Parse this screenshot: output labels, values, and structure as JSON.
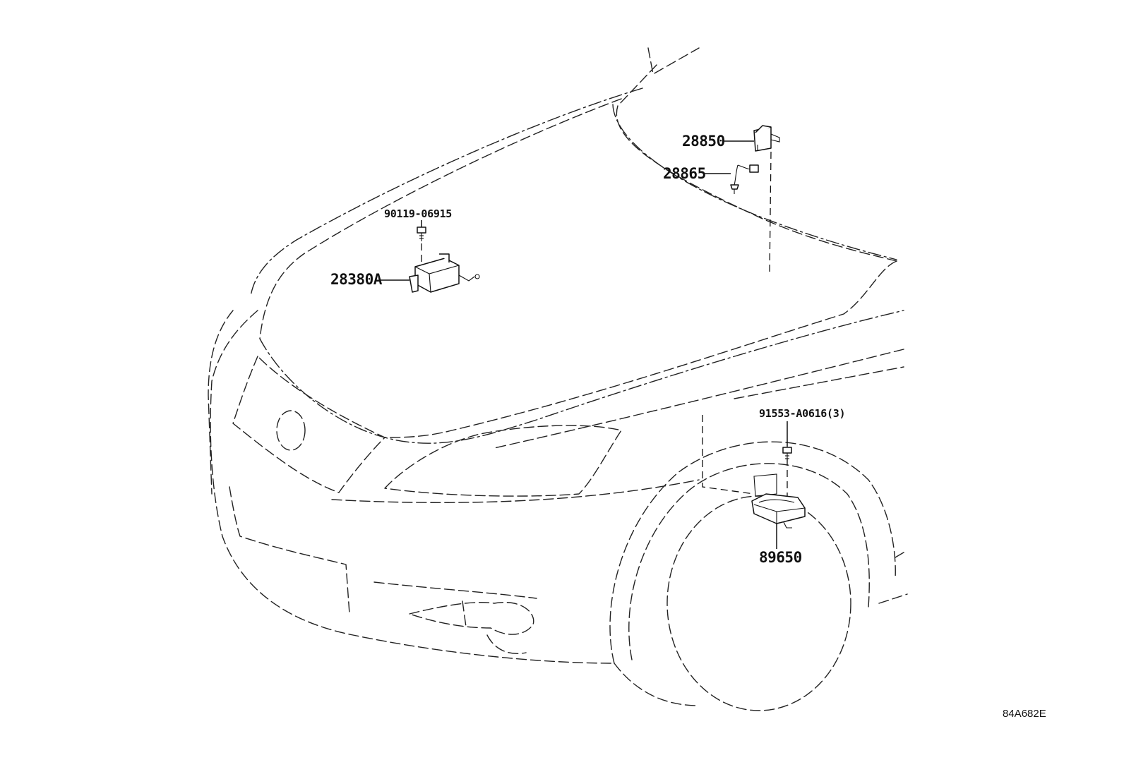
{
  "diagram": {
    "callouts": [
      {
        "id": "c28850",
        "text": "28850"
      },
      {
        "id": "c28865",
        "text": "28865"
      },
      {
        "id": "c90119",
        "text": "90119-06915"
      },
      {
        "id": "c28380A",
        "text": "28380A"
      },
      {
        "id": "c91553",
        "text": "91553-A0616(3)"
      },
      {
        "id": "c89650",
        "text": "89650"
      }
    ],
    "reference_code": "84A682E"
  }
}
